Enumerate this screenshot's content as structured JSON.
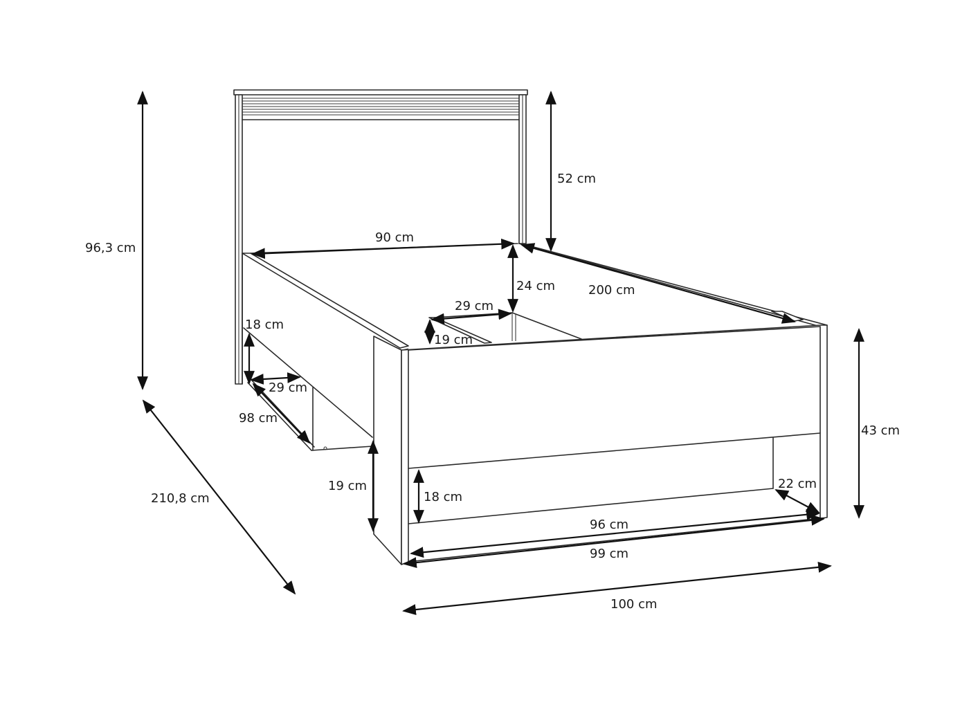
{
  "diagram": {
    "subject": "Single bed with headboard and under-bed storage drawer",
    "colors": {
      "line": "#2a2a2a",
      "dimension": "#111111",
      "background": "#ffffff"
    },
    "dimensions": {
      "total_height": "96,3 cm",
      "headboard_height": "52 cm",
      "inner_width": "90 cm",
      "inner_length": "200 cm",
      "frame_depth": "24 cm",
      "shelf_width": "29 cm",
      "shelf_height": "19 cm",
      "drawer_height_side": "18 cm",
      "drawer_depth_side": "29 cm",
      "drawer_length_side": "98 cm",
      "total_length": "210,8 cm",
      "leg_clearance": "19 cm",
      "footboard_height": "43 cm",
      "drawer_height_front": "18 cm",
      "drawer_depth_front": "22 cm",
      "drawer_width": "96 cm",
      "footboard_width": "99 cm",
      "total_width": "100 cm"
    }
  }
}
